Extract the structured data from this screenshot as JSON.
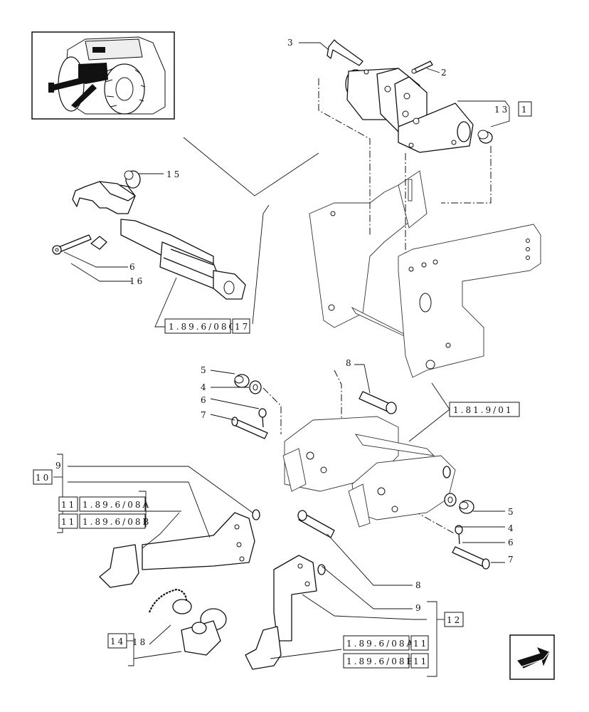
{
  "callouts": {
    "c1": "1",
    "c2": "2",
    "c3": "3",
    "c4a": "4",
    "c4b": "4",
    "c5a": "5",
    "c5b": "5",
    "c6a": "6",
    "c6b": "6",
    "c6c": "6",
    "c7a": "7",
    "c7b": "7",
    "c8a": "8",
    "c8b": "8",
    "c9a": "9",
    "c9b": "9",
    "c10": "10",
    "c12": "12",
    "c13": "13",
    "c14": "14",
    "c15": "15",
    "c16": "16",
    "c17": "17",
    "c18": "18"
  },
  "refs": {
    "r_08c": "1.89.6/08C",
    "r_819": "1.81.9/01",
    "r_08a_left": "1.89.6/08A",
    "r_08b_left": "1.89.6/08B",
    "r_11a_left": "11",
    "r_11b_left": "11",
    "r_08a_right": "1.89.6/08A",
    "r_08b_right": "1.89.6/08B",
    "r_11a_right": "11",
    "r_11b_right": "11"
  },
  "icons": {
    "thumbnail": "tractor-rear-thumbnail-icon",
    "nav": "next-page-arrow-icon"
  }
}
